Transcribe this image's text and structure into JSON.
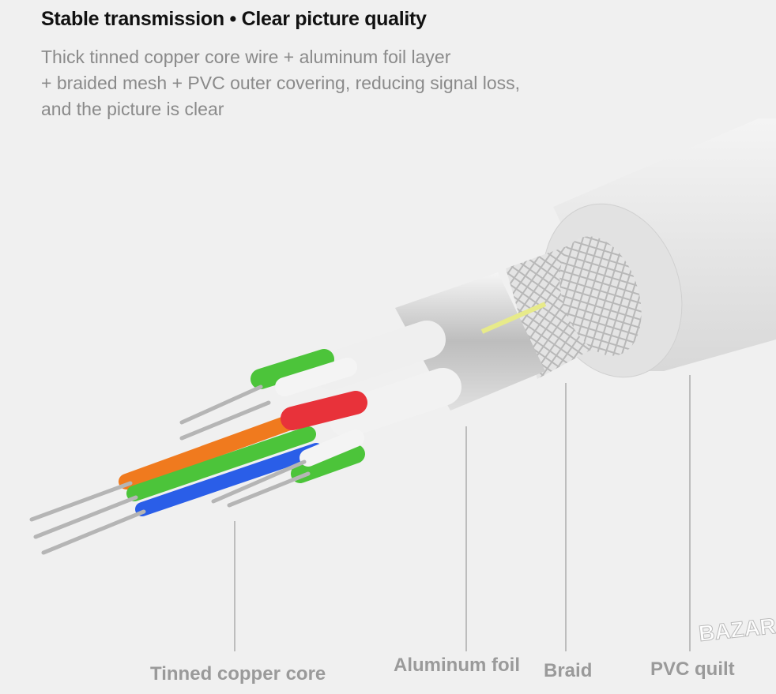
{
  "header": {
    "title": "Stable transmission  •  Clear picture quality",
    "description": [
      "Thick tinned copper core wire + aluminum foil layer",
      "+ braided mesh + PVC outer covering, reducing signal loss,",
      "and the picture is clear"
    ]
  },
  "labels": {
    "copper": "Tinned copper core",
    "foil": "Aluminum foil",
    "braid": "Braid",
    "pvc": "PVC quilt"
  },
  "watermark": "BAZAR",
  "colors": {
    "orange": "#f07a1e",
    "green": "#4cc43a",
    "blue": "#2a5ee8",
    "red": "#e8323a",
    "jacket": "#e6e6e6"
  }
}
